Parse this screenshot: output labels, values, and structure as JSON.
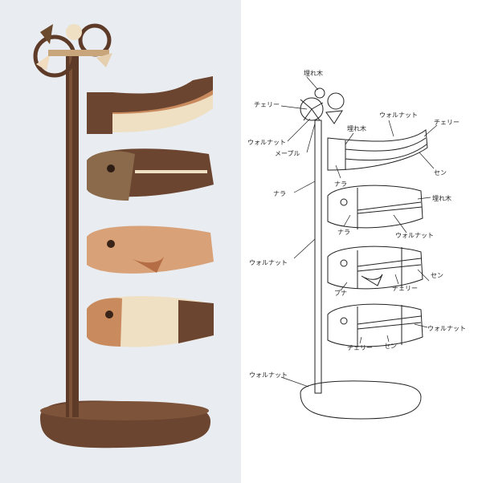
{
  "photo": {
    "background": "#e9ecf0",
    "colors": {
      "walnut": "#6b4530",
      "cherry": "#c98a5e",
      "oak": "#c9a57c",
      "sen": "#e6cfae",
      "maple": "#efe0c4"
    }
  },
  "diagram": {
    "labels": {
      "umoregi_top": "埋れ木",
      "cherry_top": "チェリー",
      "walnut_top": "ウォルナット",
      "maple": "メープル",
      "umoregi_flag": "埋れ木",
      "walnut_flag": "ウォルナット",
      "cherry_flag": "チェリー",
      "sen_flag": "セン",
      "nara_flag": "ナラ",
      "nara_pole": "ナラ",
      "umoregi_fish1": "埋れ木",
      "nara_fish1": "ナラ",
      "walnut_fish1": "ウォルナット",
      "walnut_pole": "ウォルナット",
      "sen_fish2": "セン",
      "buna_fish2": "ブナ",
      "cherry_fish2": "チェリー",
      "walnut_fish3": "ウォルナット",
      "cherry_fish3": "チェリー",
      "sen_fish3": "セン",
      "walnut_base": "ウォルナット"
    }
  }
}
